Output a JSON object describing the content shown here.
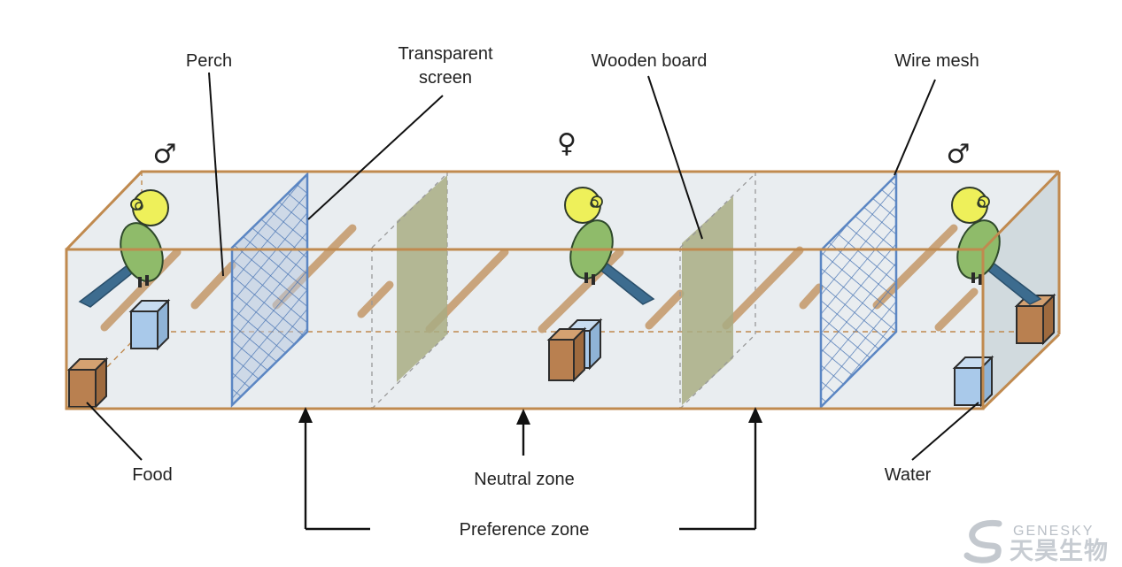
{
  "labels": {
    "perch": "Perch",
    "transparent_screen_line1": "Transparent",
    "transparent_screen_line2": "screen",
    "wooden_board": "Wooden board",
    "wire_mesh": "Wire mesh",
    "food": "Food",
    "neutral_zone": "Neutral zone",
    "water": "Water",
    "preference_zone": "Preference zone"
  },
  "symbols": {
    "male_left": "♂",
    "female_center": "♀",
    "male_right": "♂"
  },
  "watermark": {
    "brand_en": "GENESKY",
    "brand_cn": "天昊生物"
  },
  "colors": {
    "frame": "#c08a4f",
    "box_fill": "#dfe6ea",
    "mesh": "#5b86c3",
    "wooden_board": "#a9ad84",
    "perch": "#c9a47c",
    "food": "#b98050",
    "water": "#a9c9ea",
    "bird_head": "#eef05a",
    "bird_body": "#8fbb6a",
    "bird_tail": "#3d6c8f"
  },
  "icons": [
    "male-symbol-icon",
    "female-symbol-icon",
    "budgerigar-icon",
    "food-cube-icon",
    "water-cube-icon",
    "wire-mesh-icon",
    "wooden-board-icon",
    "perch-icon",
    "genesky-logo-icon"
  ]
}
